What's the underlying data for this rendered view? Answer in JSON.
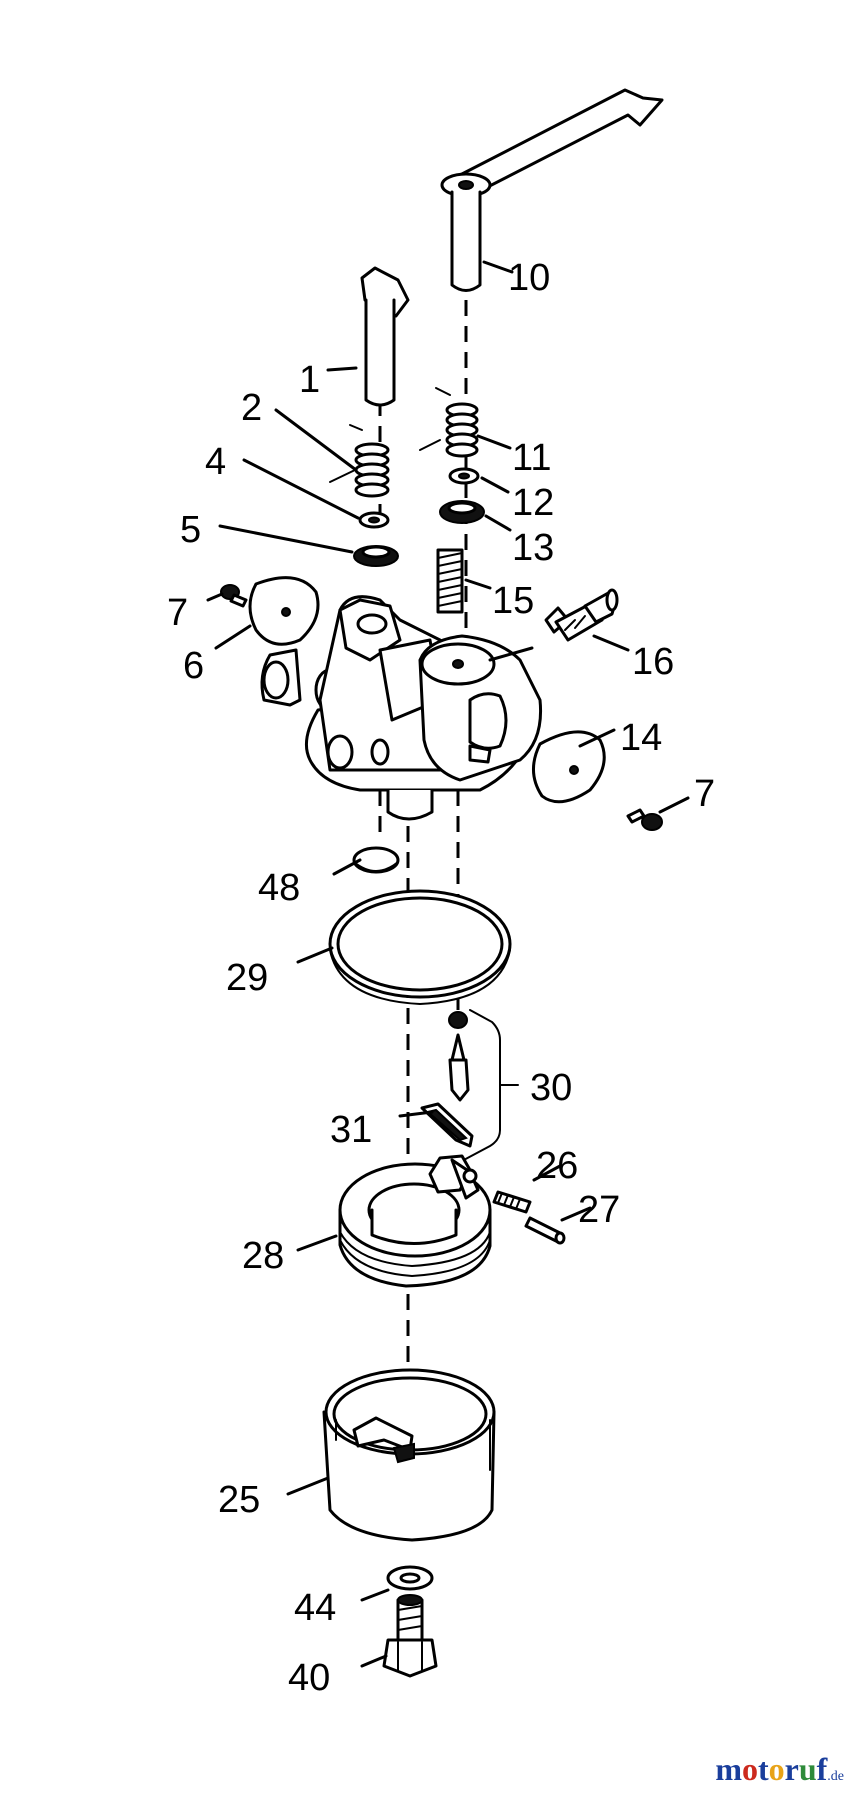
{
  "diagram": {
    "callouts": [
      {
        "id": "1",
        "text": "1"
      },
      {
        "id": "2",
        "text": "2"
      },
      {
        "id": "4",
        "text": "4"
      },
      {
        "id": "5",
        "text": "5"
      },
      {
        "id": "7a",
        "text": "7"
      },
      {
        "id": "6",
        "text": "6"
      },
      {
        "id": "10",
        "text": "10"
      },
      {
        "id": "11",
        "text": "11"
      },
      {
        "id": "12",
        "text": "12"
      },
      {
        "id": "13",
        "text": "13"
      },
      {
        "id": "15",
        "text": "15"
      },
      {
        "id": "16",
        "text": "16"
      },
      {
        "id": "14",
        "text": "14"
      },
      {
        "id": "7b",
        "text": "7"
      },
      {
        "id": "48",
        "text": "48"
      },
      {
        "id": "29",
        "text": "29"
      },
      {
        "id": "30",
        "text": "30"
      },
      {
        "id": "31",
        "text": "31"
      },
      {
        "id": "26",
        "text": "26"
      },
      {
        "id": "27",
        "text": "27"
      },
      {
        "id": "28",
        "text": "28"
      },
      {
        "id": "25",
        "text": "25"
      },
      {
        "id": "44",
        "text": "44"
      },
      {
        "id": "40",
        "text": "40"
      }
    ]
  },
  "watermark": {
    "letters": [
      {
        "ch": "m",
        "color": "#1a3e9c"
      },
      {
        "ch": "o",
        "color": "#cc2a1e"
      },
      {
        "ch": "t",
        "color": "#1a3e9c"
      },
      {
        "ch": "o",
        "color": "#e8a317"
      },
      {
        "ch": "r",
        "color": "#1a3e9c"
      },
      {
        "ch": "u",
        "color": "#2e8b3a"
      },
      {
        "ch": "f",
        "color": "#1a3e9c"
      }
    ],
    "suffix": ".de"
  }
}
